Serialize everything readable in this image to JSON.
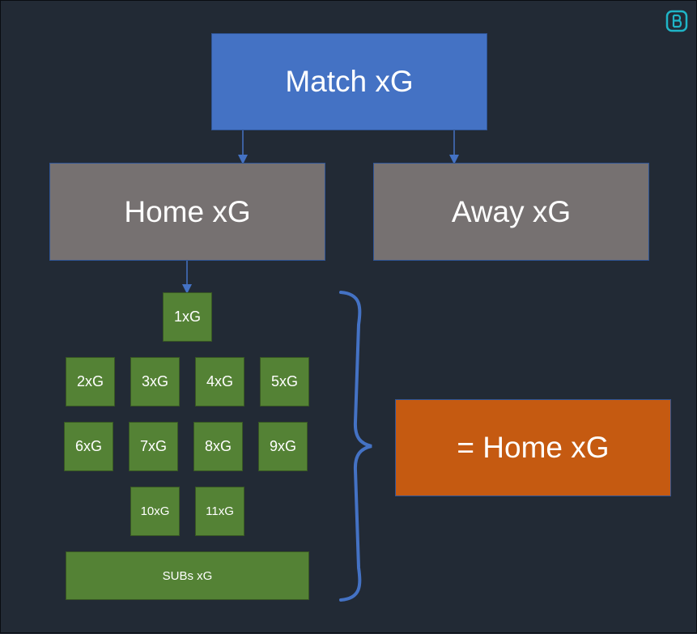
{
  "nodes": {
    "match": "Match xG",
    "home": "Home xG",
    "away": "Away xG",
    "players": [
      "1xG",
      "2xG",
      "3xG",
      "4xG",
      "5xG",
      "6xG",
      "7xG",
      "8xG",
      "9xG",
      "10xG",
      "11xG"
    ],
    "subs": "SUBs xG",
    "result": "= Home xG"
  },
  "colors": {
    "background": "#222a35",
    "match": "#4472c4",
    "team": "#767171",
    "player": "#548235",
    "result": "#c55a11",
    "connector": "#4472c4",
    "logo": "#1fb5c7"
  },
  "icons": {
    "logo": "brand-logo-icon"
  }
}
